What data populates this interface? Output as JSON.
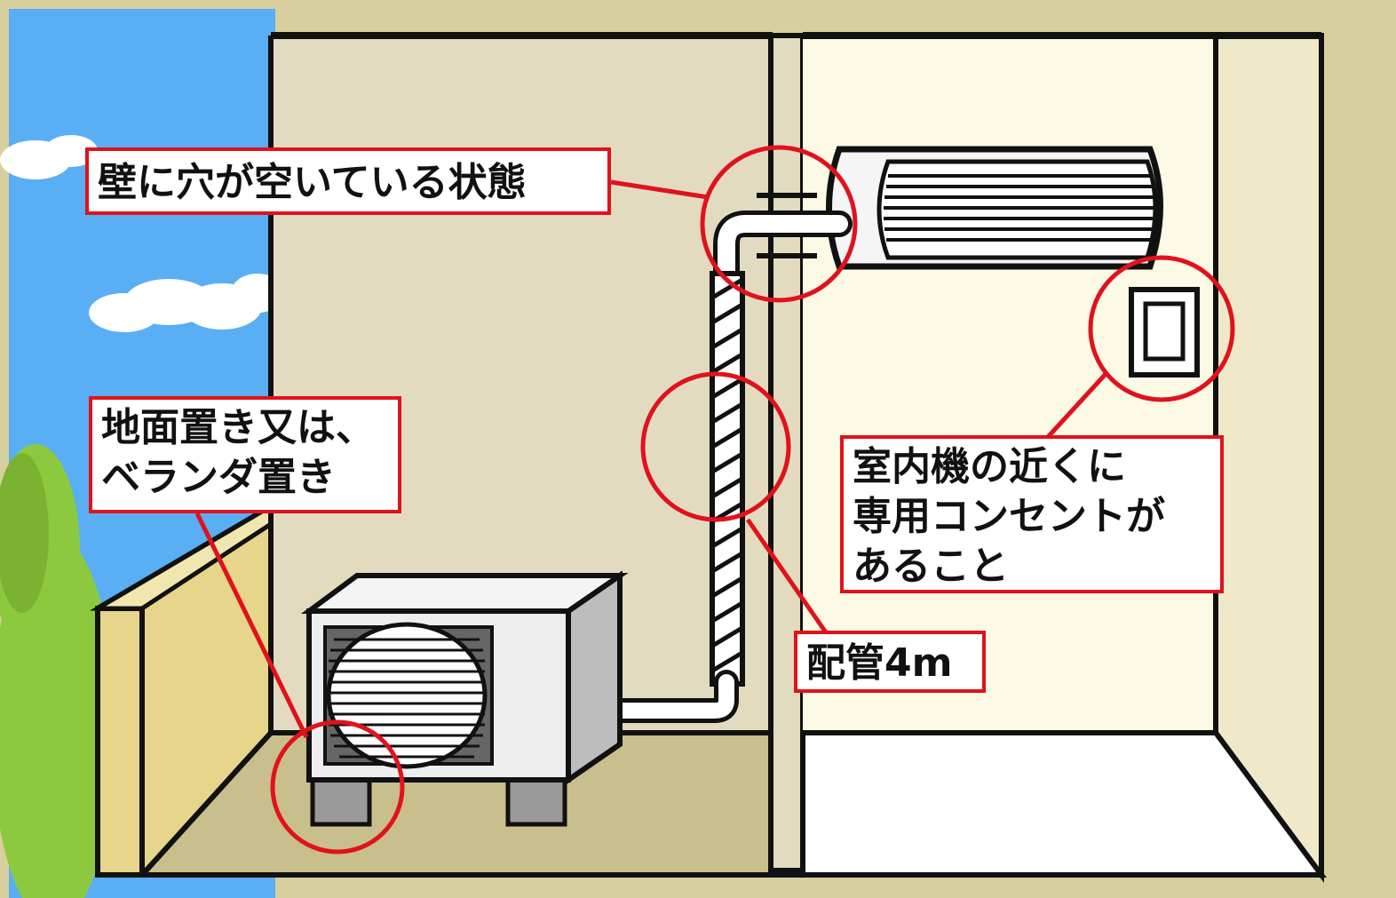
{
  "callouts": {
    "hole": "壁に穴が空いている状態",
    "placement": [
      "地面置き又は、",
      "ベランダ置き"
    ],
    "outlet": [
      "室内機の近くに",
      "専用コンセントが",
      "あること"
    ],
    "pipe": "配管4m"
  },
  "colors": {
    "sky": "#5aaef3",
    "outer_wall": "#e3dbc0",
    "balcony_floor": "#c9bf8c",
    "balcony_rail": "#e6d58b",
    "indoor_wall": "#fcf9e4",
    "indoor_floor": "#ffffff",
    "frame_tan": "#d7cf9d",
    "unit_body": "#eeeeee",
    "unit_dark": "#666666",
    "callout_red": "#e0121b",
    "tree": "#8dc93e"
  }
}
